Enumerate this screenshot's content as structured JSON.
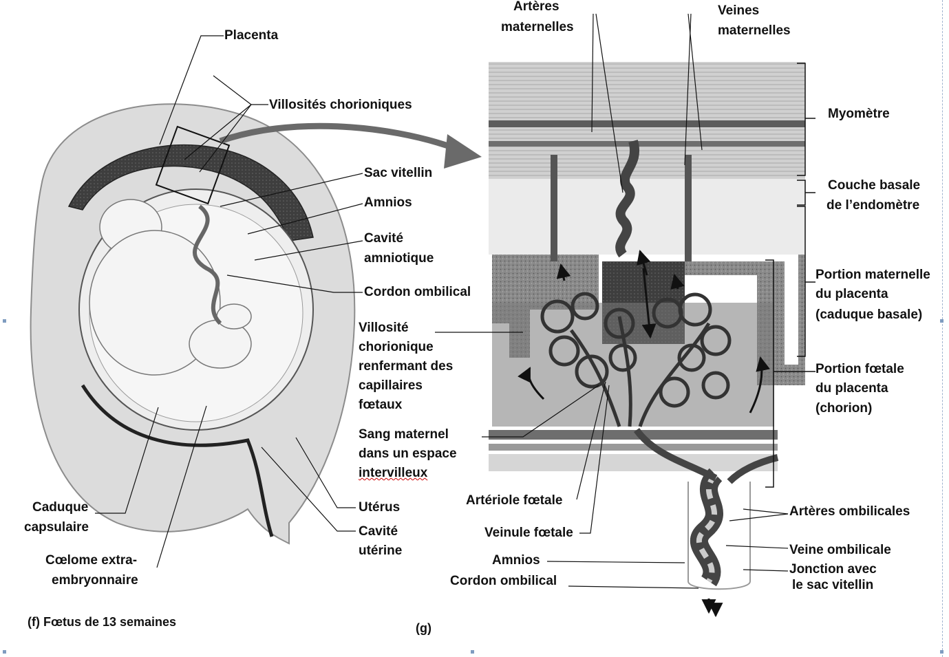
{
  "left_panel": {
    "labels": {
      "placenta": "Placenta",
      "villosites": "Villosités chorioniques",
      "sac_vitellin": "Sac vitellin",
      "amnios": "Amnios",
      "cavite_amniotique": [
        "Cavité",
        "amniotique"
      ],
      "cordon": "Cordon ombilical",
      "caduque": [
        "Caduque",
        "capsulaire"
      ],
      "coelome": [
        "Cœlome extra-",
        "embryonnaire"
      ],
      "uterus": "Utérus",
      "cavite_uterine": [
        "Cavité",
        "utérine"
      ]
    },
    "caption": "(f)  Fœtus de 13 semaines"
  },
  "middle_labels": {
    "villosite": [
      "Villosité",
      "chorionique",
      "renfermant des",
      "capillaires",
      "fœtaux"
    ],
    "sang": [
      "Sang maternel",
      "dans un espace",
      "intervilleux"
    ]
  },
  "right_panel": {
    "labels": {
      "arteres_mat": [
        "Artères",
        "maternelles"
      ],
      "veines_mat": [
        "Veines",
        "maternelles"
      ],
      "myometre": "Myomètre",
      "couche": [
        "Couche basale",
        "de l’endomètre"
      ],
      "portion_mat": [
        "Portion maternelle",
        "du placenta",
        "(caduque basale)"
      ],
      "portion_foet": [
        "Portion fœtale",
        "du placenta",
        "(chorion)"
      ],
      "arteriole": "Artériole fœtale",
      "veinule": "Veinule fœtale",
      "amnios": "Amnios",
      "cordon": "Cordon ombilical",
      "arteres_omb": "Artères ombilicales",
      "veine_omb": "Veine ombilicale",
      "jonction": [
        "Jonction avec",
        "le sac vitellin"
      ]
    },
    "caption": "(g)"
  },
  "colors": {
    "ink": "#111111",
    "tissue": "#b8b8b8",
    "dark_tissue": "#4a4a4a",
    "wall": "#d9d9d9"
  }
}
